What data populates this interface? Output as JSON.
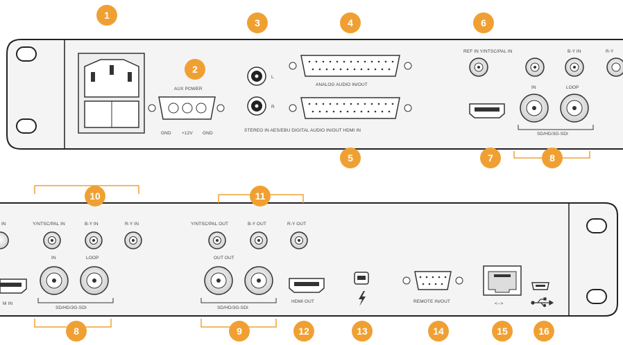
{
  "colors": {
    "callout": "#f0a033",
    "bracket": "#f0a033",
    "panel_fill": "#f4f4f4",
    "panel_stroke": "#222222",
    "connector_stroke": "#333333"
  },
  "callouts": {
    "c1": "1",
    "c2": "2",
    "c3": "3",
    "c4": "4",
    "c5": "5",
    "c6": "6",
    "c7": "7",
    "c8_top": "8",
    "c8_bottom": "8",
    "c9": "9",
    "c10": "10",
    "c11": "11",
    "c12": "12",
    "c13": "13",
    "c14": "14",
    "c15": "15",
    "c16": "16"
  },
  "top_panel": {
    "aux_power": "AUX POWER",
    "gnd_left": "GND",
    "plus_12v": "+12V",
    "gnd_right": "GND",
    "stereo_l": "L",
    "stereo_r": "R",
    "analog_audio": "ANALOG AUDIO IN/OUT",
    "digital_audio": "STEREO IN AES/EBU DIGITAL AUDIO IN/OUT HDMI IN",
    "ref_in": "REF IN Y/NTSC/PAL  IN",
    "by_in": "B-Y IN",
    "ry_partial": "R-Y",
    "sdi_in": "IN",
    "sdi_loop": "LOOP",
    "sdi_label": "SD/HD/3G-SDI"
  },
  "bottom_panel": {
    "in_partial": "IN",
    "y_ntsc_in": "Y/NTSC/PAL IN",
    "by_in": "B-Y IN",
    "ry_in": "R-Y IN",
    "sdi_in": "IN",
    "sdi_loop": "LOOP",
    "sdi_in_label": "SD/HD/3G-SDI",
    "hdmi_in_partial": "M  IN",
    "y_ntsc_out": "Y/NTSC/PAL OUT",
    "by_out": "B-Y OUT",
    "ry_out": "R-Y OUT",
    "out_out": "OUT OUT",
    "sdi_out_label": "SD/HD/3G-SDI",
    "hdmi_out": "HDMI OUT",
    "remote": "REMOTE IN/OUT",
    "ethernet": "<-->"
  }
}
